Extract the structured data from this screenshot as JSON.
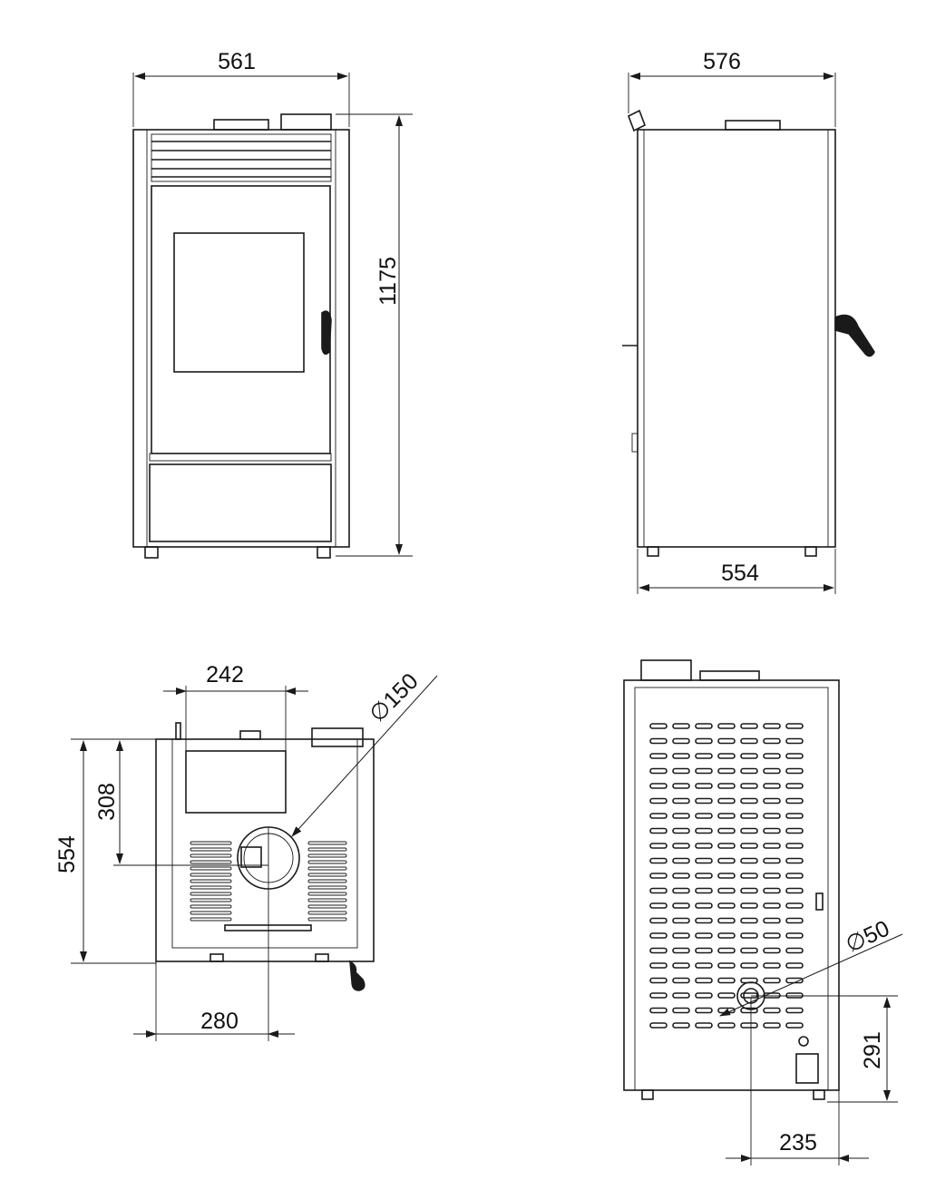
{
  "front_view": {
    "width_label": "561",
    "height_label": "1175"
  },
  "side_view": {
    "depth_top_label": "576",
    "depth_bottom_label": "554"
  },
  "top_view": {
    "spacing_label": "242",
    "flue_diameter_label": "∅150",
    "depth_label": "554",
    "flue_offset_label": "308",
    "flue_x_label": "280"
  },
  "rear_view": {
    "inlet_diameter_label": "∅50",
    "inlet_height_label": "291",
    "inlet_x_label": "235"
  }
}
